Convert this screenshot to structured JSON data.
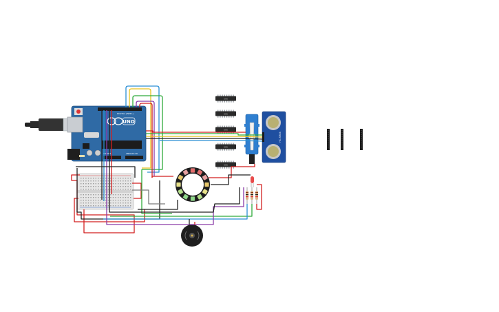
{
  "arduino": {
    "brand": "UNO",
    "label_power": "POWER",
    "label_analog": "ANALOG IN",
    "label_digital": "DIGITAL (PWM~)",
    "board_color": "#2f6aa5"
  },
  "ic_chips": [
    {
      "label": "595"
    },
    {
      "label": "595"
    },
    {
      "label": "595"
    },
    {
      "label": "595"
    },
    {
      "label": "595"
    }
  ],
  "ultrasonic": {
    "label": "HC-SR04",
    "board_color": "#1f4fa0"
  },
  "servo": {
    "color": "#2f7fd0"
  },
  "neopixel_ring": {
    "pixel_count": 12
  },
  "wire_colors": {
    "red": "#d21f1f",
    "green": "#2eaa3a",
    "yellow": "#e8c21d",
    "blue": "#2a8fd4",
    "purple": "#8a3aa8",
    "black": "#222222",
    "gray": "#7a7a7a"
  }
}
